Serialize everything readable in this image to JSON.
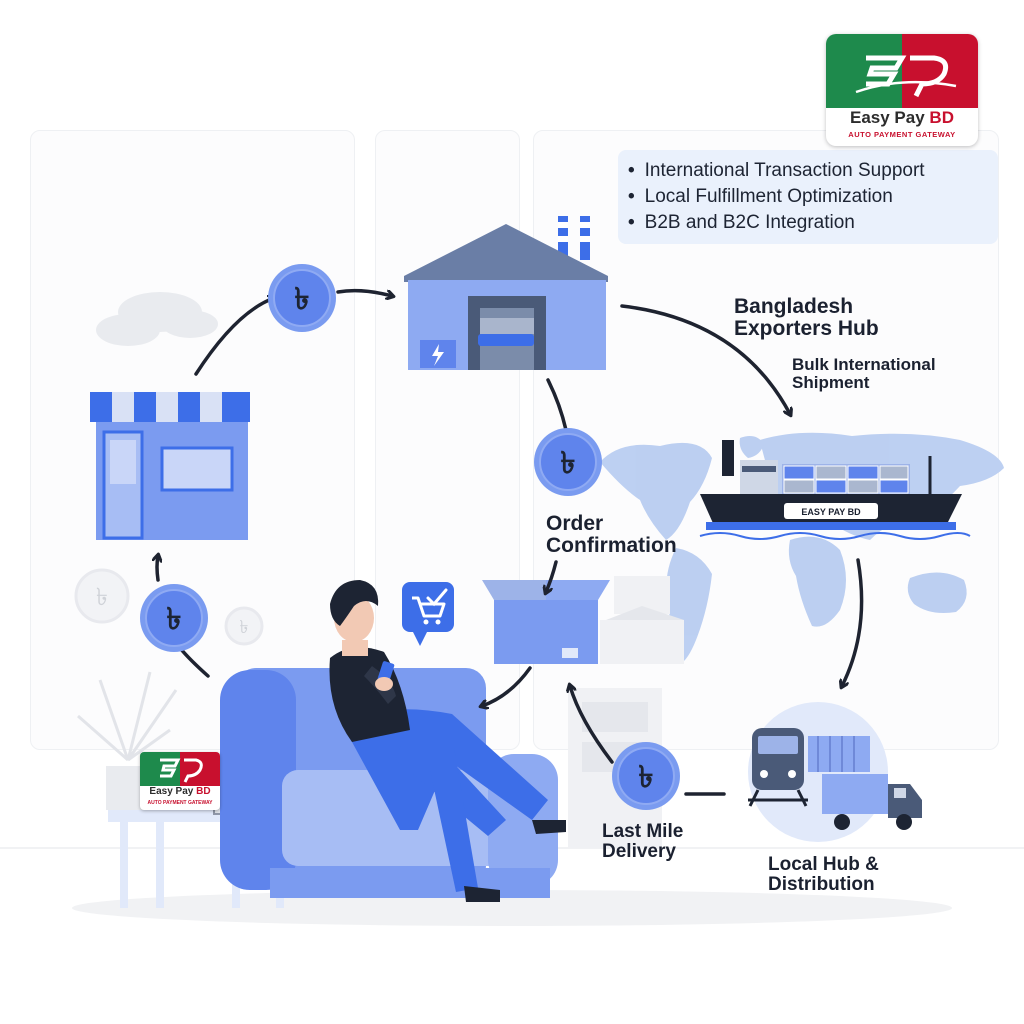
{
  "brand": {
    "name": "Easy Pay",
    "name_suffix": "BD",
    "tagline": "AUTO PAYMENT GATEWAY",
    "ship_label": "EASY PAY BD",
    "colors": {
      "green": "#1e8a4c",
      "red": "#c8102e",
      "blue": "#3d6ee8"
    }
  },
  "features": [
    "International Transaction Support",
    "Local Fulfillment Optimization",
    "B2B and B2C Integration"
  ],
  "stages": {
    "exporters_hub": "Bangladesh Exporters Hub",
    "bulk_shipment": "Bulk International Shipment",
    "order_confirmation": "Order Confirmation",
    "last_mile": "Last Mile Delivery",
    "local_hub": "Local Hub & Distribution"
  },
  "currency_symbol": "৳",
  "icons": {
    "coin": "taka-coin-icon",
    "cart": "shopping-cart-check-icon",
    "warehouse": "factory-warehouse-icon",
    "store": "storefront-icon",
    "ship": "cargo-ship-icon",
    "train": "train-icon",
    "truck": "delivery-truck-icon",
    "box": "parcel-box-icon"
  }
}
